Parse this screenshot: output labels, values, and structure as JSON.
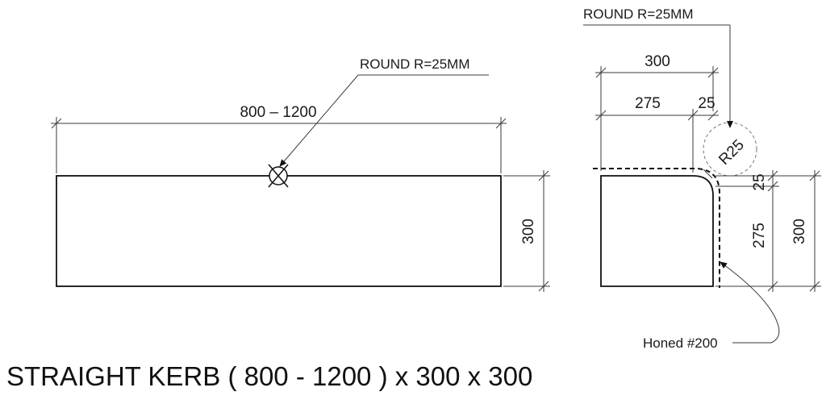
{
  "title": "STRAIGHT KERB ( 800 - 1200 ) x 300 x 300",
  "elevation": {
    "length_dim": "800 – 1200",
    "height_dim": "300",
    "note": "ROUND R=25MM"
  },
  "section": {
    "note": "ROUND R=25MM",
    "width_total": "300",
    "width_main": "275",
    "width_radius": "25",
    "radius_label": "R25",
    "height_top": "25",
    "height_main": "275",
    "height_total": "300",
    "finish_note": "Honed #200"
  }
}
